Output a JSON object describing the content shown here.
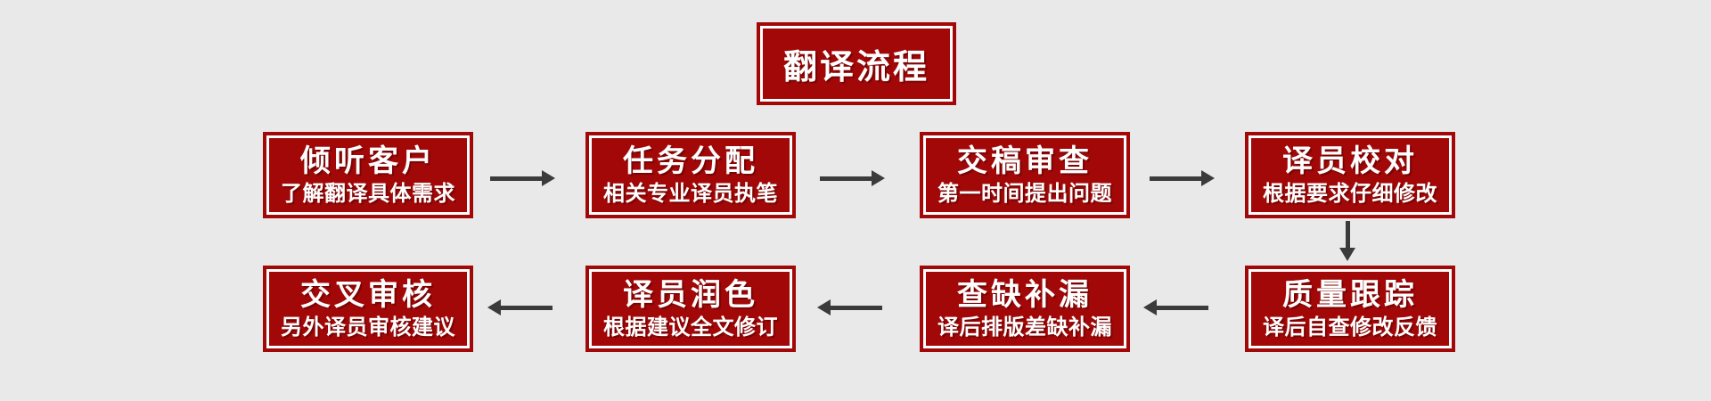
{
  "diagram": {
    "title": "翻译流程",
    "colors": {
      "background": "#e9e9e9",
      "box_fill": "#a30808",
      "box_inner_border": "#ffffff",
      "text": "#ffffff",
      "arrow": "#3b3b3b"
    },
    "top_row": [
      {
        "heading": "倾听客户",
        "subtitle": "了解翻译具体需求"
      },
      {
        "heading": "任务分配",
        "subtitle": "相关专业译员执笔"
      },
      {
        "heading": "交稿审查",
        "subtitle": "第一时间提出问题"
      },
      {
        "heading": "译员校对",
        "subtitle": "根据要求仔细修改"
      }
    ],
    "bottom_row": [
      {
        "heading": "交叉审核",
        "subtitle": "另外译员审核建议"
      },
      {
        "heading": "译员润色",
        "subtitle": "根据建议全文修订"
      },
      {
        "heading": "查缺补漏",
        "subtitle": "译后排版差缺补漏"
      },
      {
        "heading": "质量跟踪",
        "subtitle": "译后自查修改反馈"
      }
    ],
    "flow_order_note": "top row flows left-to-right, then down, then bottom row flows right-to-left"
  }
}
